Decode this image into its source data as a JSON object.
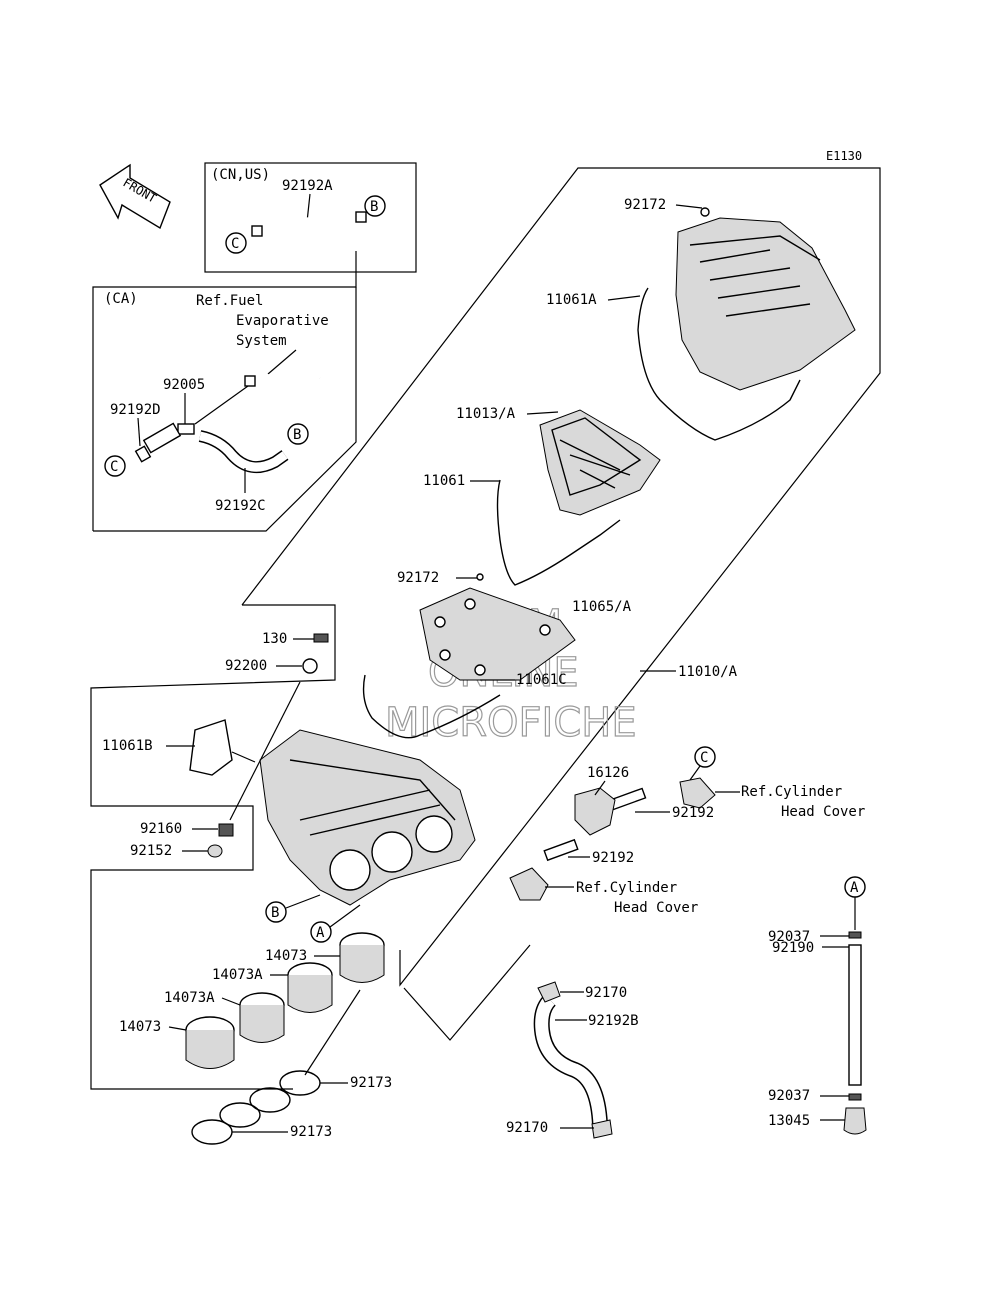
{
  "code": "E1130",
  "front_label": "FRONT",
  "watermark": [
    "HLSM",
    "ONLINE",
    "MICROFICHE"
  ],
  "boxes": {
    "cn_us": {
      "title": "(CN,US)",
      "part": "92192A"
    },
    "ca": {
      "title": "(CA)",
      "ref_lines": [
        "Ref.Fuel",
        "Evaporative",
        "System"
      ],
      "parts": [
        "92005",
        "92192D",
        "92192C"
      ]
    }
  },
  "callouts": [
    "A",
    "B",
    "C"
  ],
  "parts": {
    "p92172_top": "92172",
    "p11061A": "11061A",
    "p11013A": "11013/A",
    "p11061": "11061",
    "p92172_mid": "92172",
    "p11065A": "11065/A",
    "p130": "130",
    "p92200": "92200",
    "p11061C": "11061C",
    "p11010A": "11010/A",
    "p11061B": "11061B",
    "p16126": "16126",
    "p92192_a": "92192",
    "p92192_b": "92192",
    "p92160": "92160",
    "p92152": "92152",
    "p14073_a": "14073",
    "p14073A_a": "14073A",
    "p14073A_b": "14073A",
    "p14073_b": "14073",
    "p92173_a": "92173",
    "p92173_b": "92173",
    "p92170_a": "92170",
    "p92192B": "92192B",
    "p92170_b": "92170",
    "p92037_a": "92037",
    "p92190": "92190",
    "p92037_b": "92037",
    "p13045": "13045"
  },
  "refs": {
    "cyl_head_1": [
      "Ref.Cylinder",
      "Head Cover"
    ],
    "cyl_head_2": [
      "Ref.Cylinder",
      "Head Cover"
    ]
  }
}
